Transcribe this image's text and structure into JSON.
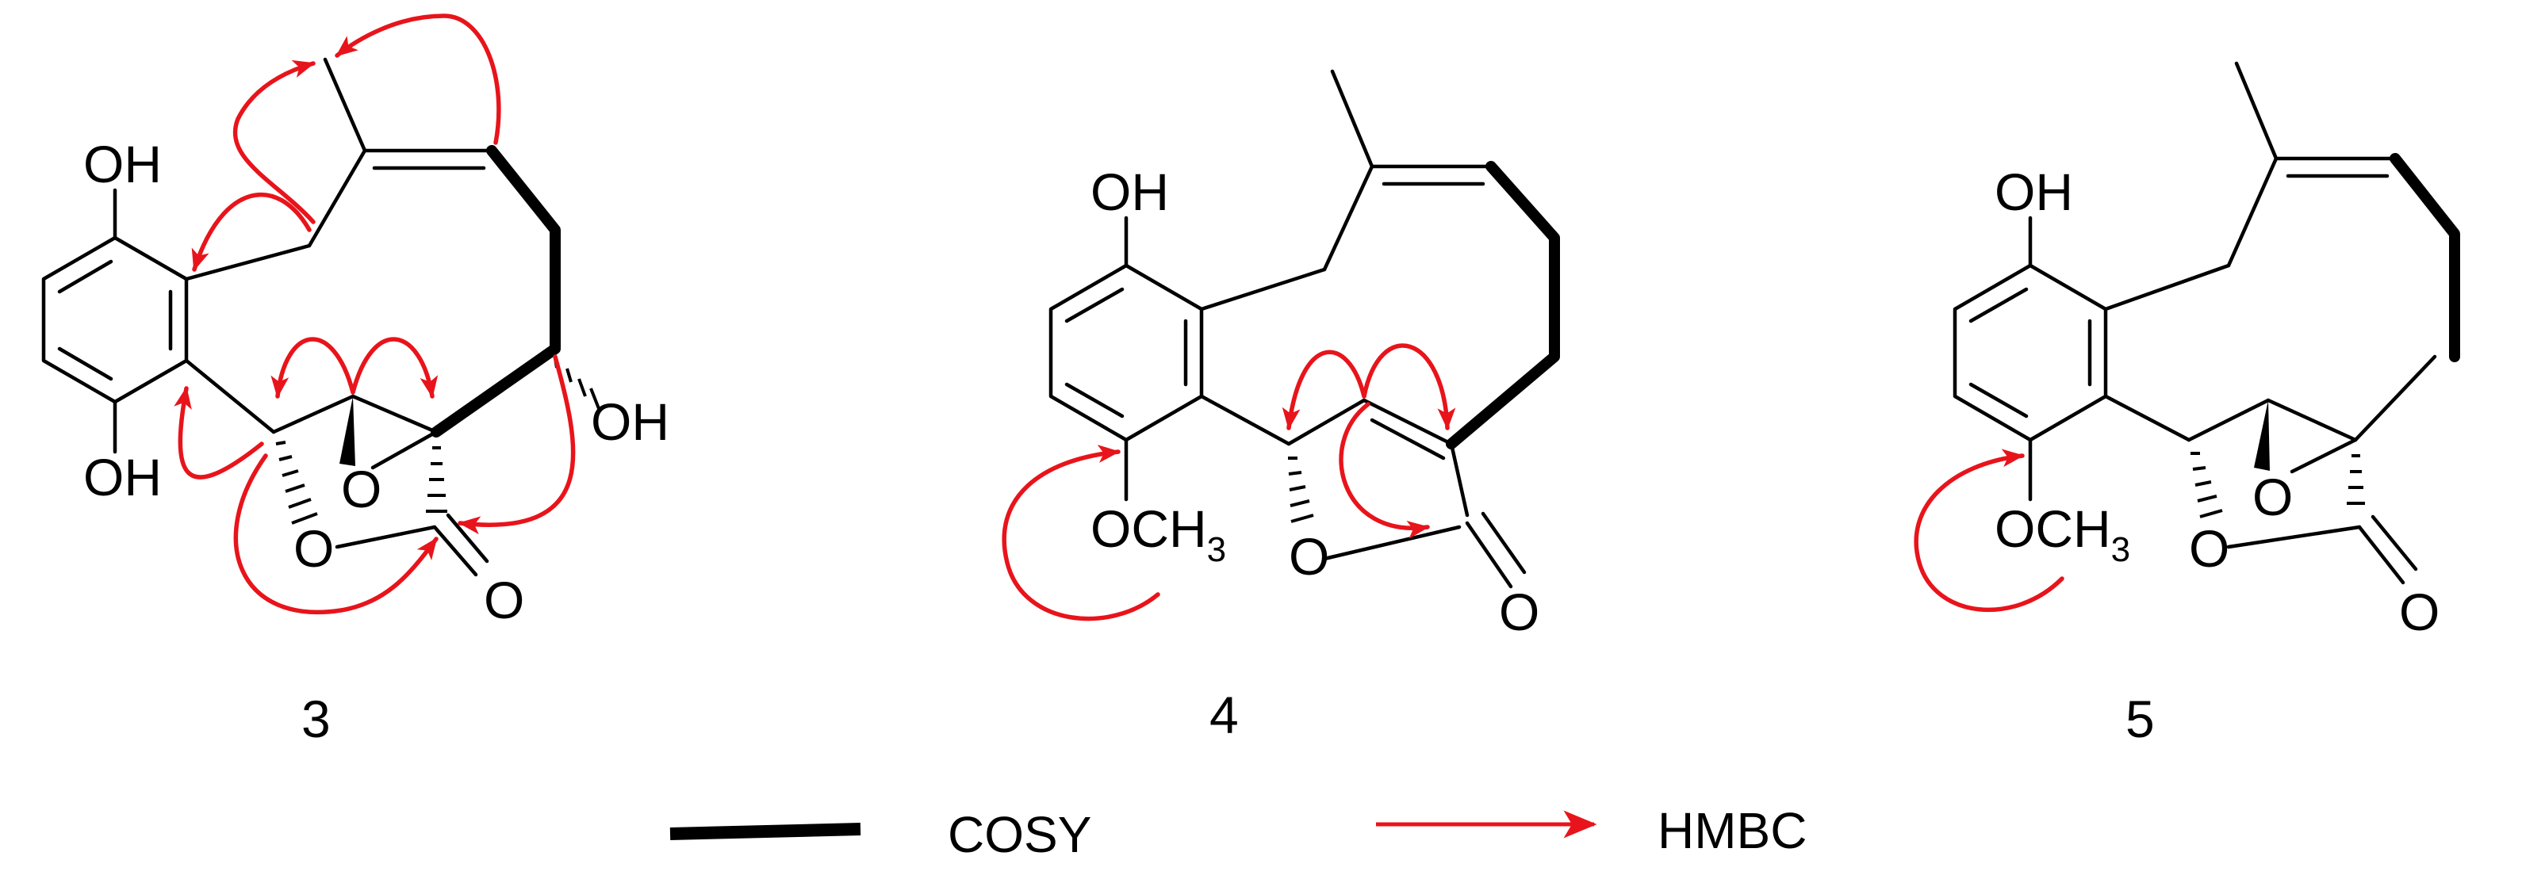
{
  "compounds": [
    {
      "number": "3",
      "labels": {
        "oh_top": "OH",
        "oh_bottom": "OH",
        "oh_right": "OH",
        "epoxide_o": "O",
        "ring_o": "O",
        "carbonyl_o": "O"
      }
    },
    {
      "number": "4",
      "labels": {
        "oh_top": "OH",
        "methoxy": "OCH",
        "methoxy_sub": "3",
        "ring_o": "O",
        "carbonyl_o": "O"
      }
    },
    {
      "number": "5",
      "labels": {
        "oh_top": "OH",
        "methoxy": "OCH",
        "methoxy_sub": "3",
        "epoxide_o": "O",
        "ring_o": "O",
        "carbonyl_o": "O"
      }
    }
  ],
  "legend": {
    "cosy_label": "COSY",
    "hmbc_label": "HMBC"
  },
  "colors": {
    "bond": "#000000",
    "hmbc": "#e8141b"
  }
}
